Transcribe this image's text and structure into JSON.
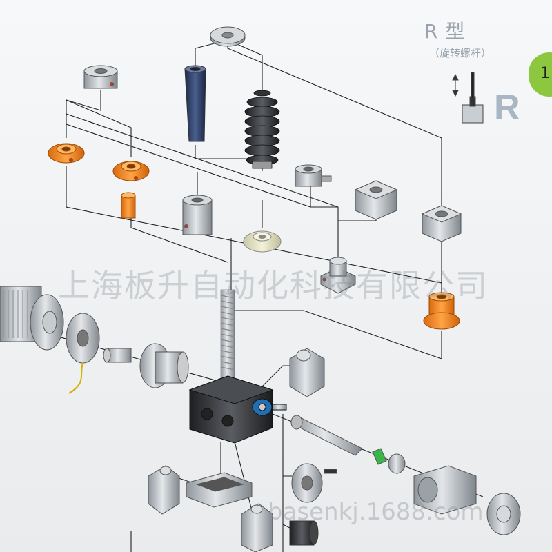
{
  "header": {
    "title": "R 型",
    "subtitle": "（旋转螺杆）",
    "page_number": "1",
    "type_letter": "R"
  },
  "watermark": {
    "company": "上海板升自动化科技有限公司",
    "url": "basenkj.1688.com"
  },
  "colors": {
    "background": "#eef0f2",
    "accent_orange": "#f08a24",
    "page_tab_green": "#8dc63f",
    "lines": "#222222",
    "metal": "#b8bec4"
  }
}
